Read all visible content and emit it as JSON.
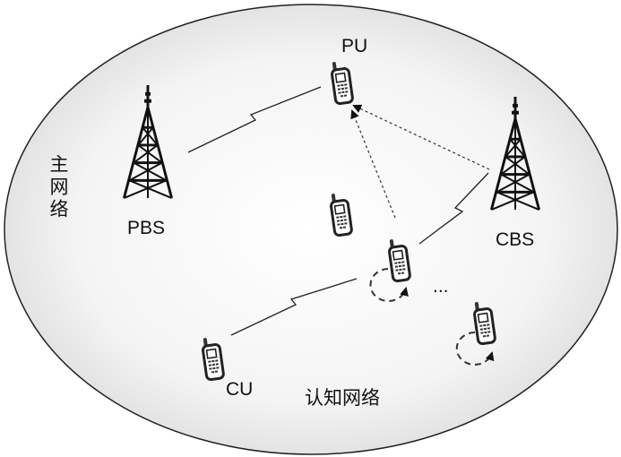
{
  "labels": {
    "pu": "PU",
    "pbs": "PBS",
    "cbs": "CBS",
    "cu": "CU",
    "primary_network": "主网络",
    "cognitive_network": "认知网络",
    "ellipsis": "..."
  }
}
